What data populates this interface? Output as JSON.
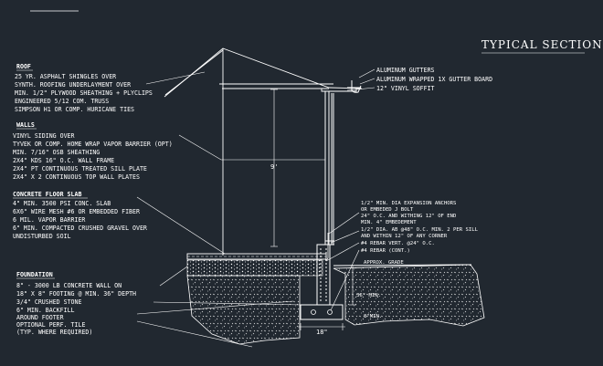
{
  "title": "TYPICAL SECTION",
  "roof": {
    "heading": "ROOF",
    "lines": [
      "25 YR. ASPHALT SHINGLES OVER",
      "SYNTH. ROOFING UNDERLAYMENT OVER",
      "MIN. 1/2\" PLYWOOD SHEATHING + PLYCLIPS",
      "ENGINEERED 5/12 COM. TRUSS",
      "SIMPSON H1 OR COMP. HURICANE TIES"
    ]
  },
  "walls": {
    "heading": "WALLS",
    "lines": [
      "VINYL SIDING OVER",
      "TYVEK OR COMP. HOME WRAP VAPOR BARRIER (OPT)",
      "MIN. 7/16\" OSB SHEATHING",
      "2X4\" KDS 16\" O.C. WALL FRAME",
      "2X4\" PT CONTINUOUS TREATED SILL PLATE",
      "2X4\" X 2 CONTINUOUS TOP WALL PLATES"
    ]
  },
  "slab": {
    "heading": "CONCRETE FLOOR SLAB",
    "lines": [
      "4\" MIN. 3500 PSI CONC. SLAB",
      "6X6\" WIRE MESH #6 OR EMBEDDED FIBER",
      "6 MIL. VAPOR BARRIER",
      "6\" MIN. COMPACTED CRUSHED GRAVEL OVER",
      "UNDISTURBED SOIL"
    ]
  },
  "foundation": {
    "heading": "FOUNDATION",
    "lines": [
      "8\" - 3000 LB CONCRETE WALL ON",
      "18\" X 8\" FOOTING @ MIN. 36\" DEPTH",
      "3/4\" CRUSHED STONE",
      "6\" MIN. BACKFILL",
      "AROUND FOOTER",
      "OPTIONAL PERF. TILE",
      "(TYP. WHERE REQUIRED)"
    ]
  },
  "gutter_labels": [
    "ALUMINUM GUTTERS",
    "ALUMINUM WRAPPED 1X GUTTER BOARD",
    "12\" VINYL SOFFIT"
  ],
  "anchor_labels": [
    "1/2\" MIN. DIA EXPANSION ANCHORS",
    "OR EMBEDED J BOLT",
    "24\" O.C. AND WITHING 12\" OF END",
    "MIN. 4\" EMBEDEMENT",
    "1/2\" DIA. AB @48\" O.C. MIN. 2 PER SILL",
    "AND WITHIN 12\" OF ANY CORNER"
  ],
  "rebar_labels": [
    "#4 REBAR VERT. @24\" O.C.",
    "#4 REBAR (CONT.)"
  ],
  "grade_label": "APPROX. GRADE",
  "dims": {
    "wall_height": "9'",
    "footing_width": "18\"",
    "depth": "36\" MIN.",
    "side": "8\"MIN."
  },
  "colors": {
    "background": "#212830",
    "linework": "#ffffff"
  }
}
